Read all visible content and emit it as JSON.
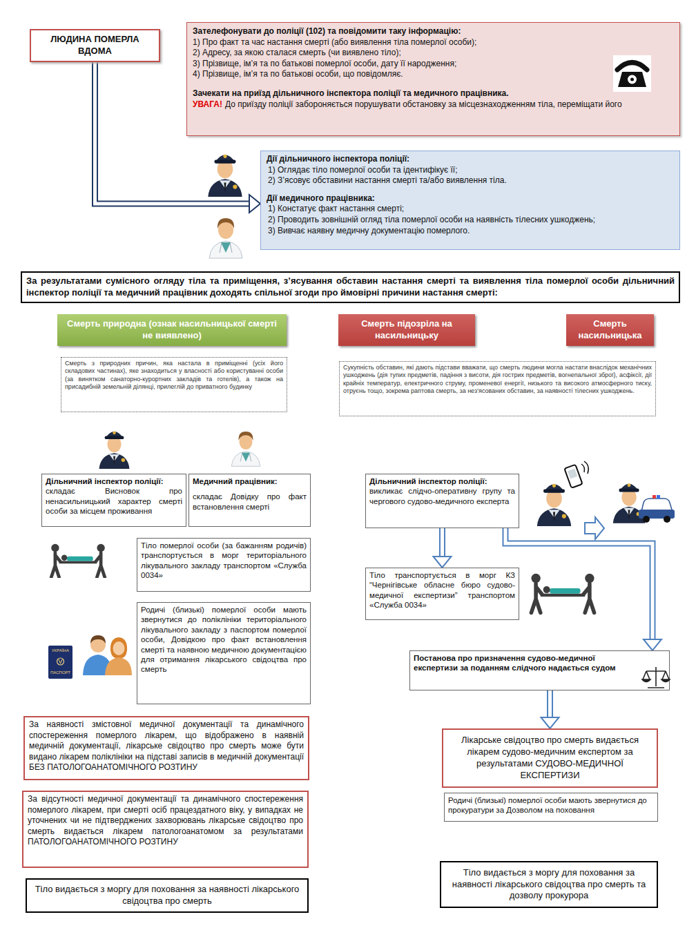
{
  "diagram": {
    "nodes": [
      {
        "text": [
          "ЛЮДИНА ПОМЕРЛА ВДОМА"
        ]
      },
      {
        "text": [
          "Зателефонувати до поліції (102) та повідомити таку інформацію:",
          "1) Про факт та час настання смерті (або виявлення тіла померлої особи);",
          "2) Адресу, за якою сталася смерть (чи виявлено тіло);",
          "3) Прізвище, ім’я та по батькові померлої особи, дату її народження;",
          "4) Прізвище, ім’я та по батькові особи, що повідомляє.",
          "Зачекати на приїзд дільничного інспектора поліції та медичного працівника.",
          "УВАГА!",
          "До приїзду поліції забороняється порушувати обстановку за місцезнаходженням тіла, переміщати його"
        ]
      },
      {
        "text": [
          "Дії дільничного інспектора поліції:",
          "1) Оглядає тіло померлої особи та ідентифікує її;",
          "2) З’ясовує обставини настання смерті та/або виявлення тіла.",
          "Дії медичного працівника:",
          "1) Констатує факт настання смерті;",
          "2) Проводить зовнішній огляд тіла померлої особи на наявність тілесних ушкоджень;",
          "3) Вивчає наявну медичну документацію померлого."
        ]
      },
      {
        "text": [
          "За результатами сумісного огляду тіла та приміщення, з’ясування обставин настання смерті та виявлення тіла померлої особи дільничний інспектор поліції та медичний працівник доходять спільної згоди про ймовірні причини настання смерті:"
        ]
      },
      {
        "text": [
          "Смерть природна (ознак насильницької смерті не виявлено)"
        ]
      },
      {
        "text": [
          "Смерть підозріла на насильницьку"
        ]
      },
      {
        "text": [
          "Смерть насильницька"
        ]
      },
      {
        "text": [
          "Смерть з природних причин, яка настала в приміщенні (усіх його складових частинах), яке знаходиться у власності або користуванні особи (за винятком санаторно-курортних закладів та готелів), а також на присадибній земельній ділянці, прилеглій до приватного будинку"
        ]
      },
      {
        "text": [
          "Сукупність обставин, які дають підстави вважати, що смерть людини могла настати внаслідок механічних ушкоджень (дія тупих предметів, падіння з висоти, дія гострих предметів, вогнепальної зброї), асфіксії, дії крайніх температур, електричного струму, променевої енергії, низького та високого атмосферного тиску, отруєнь тощо, зокрема раптова смерть, за нез’ясованих обставин, за наявності тілесних ушкоджень."
        ]
      },
      {
        "text": [
          "Дільничний інспектор поліції:",
          "складає Висновок про ненасильницький характер смерті особи за місцем проживання"
        ]
      },
      {
        "text": [
          "Медичний працівник:",
          "складає Довідку про факт встановлення смерті"
        ]
      },
      {
        "text": [
          "Дільничний інспектор поліції:",
          "викликає слідчо-оперативну групу та чергового судово-медичного експерта"
        ]
      },
      {
        "text": [
          "Тіло померлої особи (за бажанням родичів) транспортується в морг територіального лікувального закладу транспортом «Служба 0034»"
        ]
      },
      {
        "text": [
          "Тіло транспортується в морг КЗ “Чернігівське обласне бюро судово-медичної експертизи” транспортом «Служба 0034»"
        ]
      },
      {
        "text": [
          "Родичі (близькі) померлої особи мають звернутися до поліклініки територіального лікувального закладу з паспортом померлої особи, Довідкою про факт встановлення смерті та наявною медичною документацією для отримання лікарського свідоцтва про смерть"
        ]
      },
      {
        "text": [
          "Постанова про призначення судово-медичної експертизи за поданням слідчого надається судом"
        ]
      },
      {
        "text": [
          "За наявності змістовної медичної документації та динамічного спостереження померлого лікарем, що відображено в наявній медичній документації, лікарське свідоцтво про смерть може бути видано лікарем поліклініки на підставі записів в медичній документації БЕЗ ПАТОЛОГОАНАТОМІЧНОГО РОЗТИНУ"
        ]
      },
      {
        "text": [
          "Лікарське свідоцтво про смерть видається лікарем судово-медичним експертом за результатами СУДОВО-МЕДИЧНОЇ ЕКСПЕРТИЗИ"
        ]
      },
      {
        "text": [
          "Родичі (близькі) померлої особи мають звернутися до прокуратури за Дозволом на поховання"
        ]
      },
      {
        "text": [
          "За відсутності медичної документації та динамічного спостереження померлого лікарем, при смерті осіб працездатного віку, у випадках не уточнених чи не підтверджених захворювань лікарське свідоцтво про смерть видається лікарем патологоанатомом за результатами ПАТОЛОГОАНАТОМІЧНОГО РОЗТИНУ"
        ]
      },
      {
        "text": [
          "Тіло видається з моргу для поховання за наявності лікарського свідоцтва про смерть"
        ]
      },
      {
        "text": [
          "Тіло видається з моргу для поховання за наявності лікарського свідоцтва про смерть та дозволу прокурора"
        ]
      }
    ],
    "edges": [
      {
        "from": 0,
        "to": 2,
        "arrow": "to"
      },
      {
        "from": 11,
        "to": 13,
        "arrow": "to"
      },
      {
        "from": 11,
        "to": 15,
        "arrow": "to"
      },
      {
        "from": 15,
        "to": 17,
        "arrow": "to"
      }
    ],
    "labels": [
      "УКРАЇНА",
      "ПАСПОРТ"
    ]
  }
}
